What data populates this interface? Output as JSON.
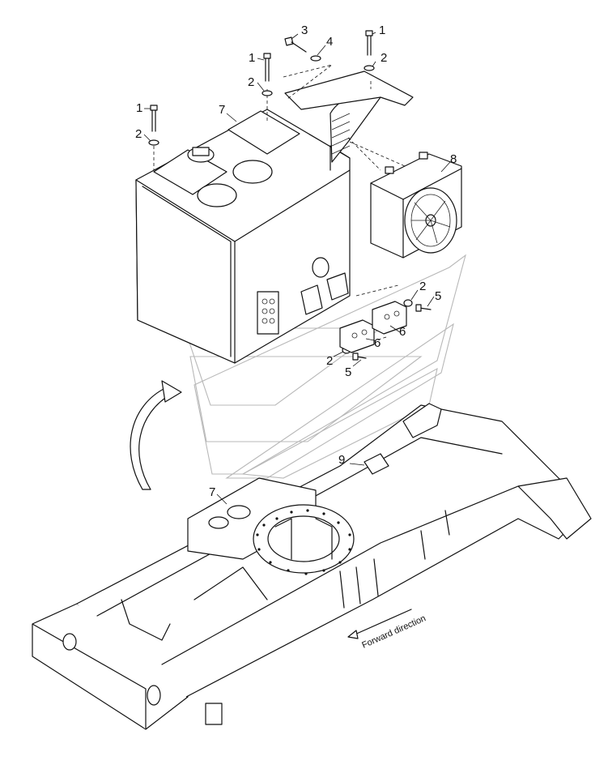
{
  "callouts": {
    "c1a": "1",
    "c1b": "1",
    "c1c": "1",
    "c2a": "2",
    "c2b": "2",
    "c2c": "2",
    "c2d": "2",
    "c2e": "2",
    "c3": "3",
    "c4": "4",
    "c5a": "5",
    "c5b": "5",
    "c6a": "6",
    "c6b": "6",
    "c7a": "7",
    "c7b": "7",
    "c8": "8",
    "c9": "9"
  },
  "direction_label": "Forward direction",
  "parts": [
    {
      "callout": "1",
      "name": "bolt"
    },
    {
      "callout": "2",
      "name": "washer"
    },
    {
      "callout": "3",
      "name": "bolt"
    },
    {
      "callout": "4",
      "name": "washer"
    },
    {
      "callout": "5",
      "name": "bolt"
    },
    {
      "callout": "6",
      "name": "mounting-bracket"
    },
    {
      "callout": "7",
      "name": "hydraulic-tank"
    },
    {
      "callout": "8",
      "name": "oil-cooler"
    },
    {
      "callout": "9",
      "name": "frame-bracket"
    }
  ]
}
